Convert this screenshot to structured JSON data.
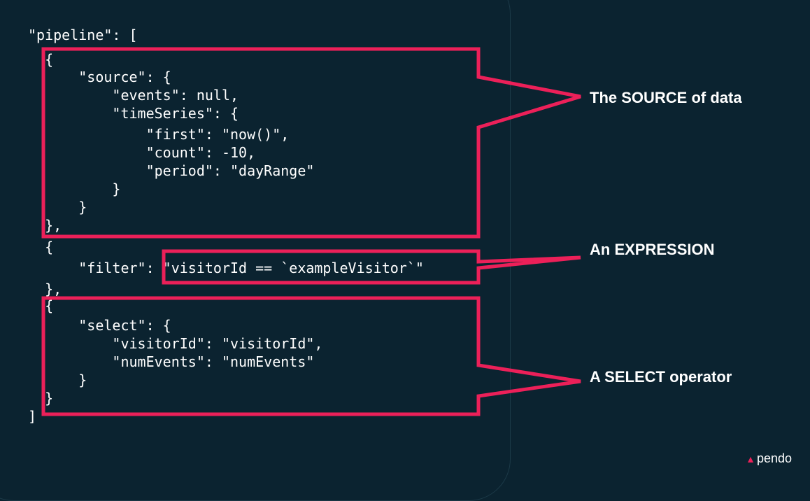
{
  "code_lines": [
    "\"pipeline\": [",
    "  {",
    "      \"source\": {",
    "          \"events\": null,",
    "          \"timeSeries\": {",
    "              \"first\": \"now()\",",
    "              \"count\": -10,",
    "              \"period\": \"dayRange\"",
    "          }",
    "      }",
    "  },",
    "  {",
    "      \"filter\": \"visitorId == `exampleVisitor`\"",
    "  },",
    "  {",
    "      \"select\": {",
    "          \"visitorId\": \"visitorId\",",
    "          \"numEvents\": \"numEvents\"",
    "      }",
    "  }",
    "]"
  ],
  "callouts": {
    "source": "The SOURCE of data",
    "expression": "An EXPRESSION",
    "select": "A SELECT operator"
  },
  "brand": {
    "name": "pendo",
    "icon": "pendo-logo-icon"
  },
  "colors": {
    "background": "#0b2330",
    "highlight": "#ec2059",
    "text": "#ffffff"
  }
}
